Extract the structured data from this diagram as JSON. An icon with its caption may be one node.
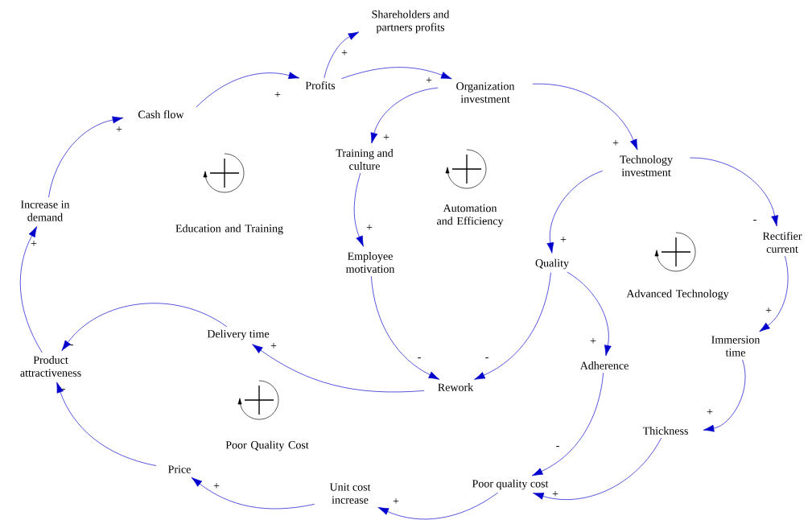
{
  "diagram": {
    "nodes": [
      {
        "text": [
          "Shareholders and partners profits"
        ]
      },
      {
        "text": [
          "Profits"
        ]
      },
      {
        "text": [
          "Organization investment"
        ]
      },
      {
        "text": [
          "Cash flow"
        ]
      },
      {
        "text": [
          "Training and culture"
        ]
      },
      {
        "text": [
          "Technology investment"
        ]
      },
      {
        "text": [
          "Increase in demand"
        ]
      },
      {
        "text": [
          "Employee motivation"
        ]
      },
      {
        "text": [
          "Quality"
        ]
      },
      {
        "text": [
          "Rectifier current"
        ]
      },
      {
        "text": [
          "Immersion time"
        ]
      },
      {
        "text": [
          "Delivery time"
        ]
      },
      {
        "text": [
          "Product attractiveness"
        ]
      },
      {
        "text": [
          "Rework"
        ]
      },
      {
        "text": [
          "Adherence"
        ]
      },
      {
        "text": [
          "Thickness"
        ]
      },
      {
        "text": [
          "Price"
        ]
      },
      {
        "text": [
          "Unit cost increase"
        ]
      },
      {
        "text": [
          "Poor quality cost"
        ]
      }
    ],
    "edges": [
      {
        "from": 1,
        "to": 0,
        "arrow": "to",
        "label": "+"
      },
      {
        "from": 3,
        "to": 1,
        "arrow": "to",
        "label": "+"
      },
      {
        "from": 1,
        "to": 2,
        "arrow": "to",
        "label": "+"
      },
      {
        "from": 6,
        "to": 3,
        "arrow": "to",
        "label": "+"
      },
      {
        "from": 2,
        "to": 4,
        "arrow": "to",
        "label": "+"
      },
      {
        "from": 2,
        "to": 5,
        "arrow": "to",
        "label": "+"
      },
      {
        "from": 12,
        "to": 6,
        "arrow": "to",
        "label": "+"
      },
      {
        "from": 4,
        "to": 7,
        "arrow": "to",
        "label": "+"
      },
      {
        "from": 5,
        "to": 8,
        "arrow": "to",
        "label": "+"
      },
      {
        "from": 5,
        "to": 9,
        "arrow": "to",
        "label": "-"
      },
      {
        "from": 8,
        "to": 13,
        "arrow": "to",
        "label": "-"
      },
      {
        "from": 7,
        "to": 13,
        "arrow": "to",
        "label": "-"
      },
      {
        "from": 8,
        "to": 14,
        "arrow": "to",
        "label": "+"
      },
      {
        "from": 9,
        "to": 10,
        "arrow": "to",
        "label": "+"
      },
      {
        "from": 13,
        "to": 11,
        "arrow": "to",
        "label": "+"
      },
      {
        "from": 11,
        "to": 12,
        "arrow": "to",
        "label": "-"
      },
      {
        "from": 16,
        "to": 12,
        "arrow": "to",
        "label": "-"
      },
      {
        "from": 10,
        "to": 15,
        "arrow": "to",
        "label": "+"
      },
      {
        "from": 14,
        "to": 18,
        "arrow": "to",
        "label": "-"
      },
      {
        "from": 15,
        "to": 18,
        "arrow": "to",
        "label": "+"
      },
      {
        "from": 18,
        "to": 17,
        "arrow": "to",
        "label": "+"
      },
      {
        "from": 17,
        "to": 16,
        "arrow": "to",
        "label": "+"
      }
    ],
    "labels": [
      "Education and Training",
      "Automation and Efficiency",
      "Advanced Technology",
      "Poor Quality Cost"
    ]
  }
}
